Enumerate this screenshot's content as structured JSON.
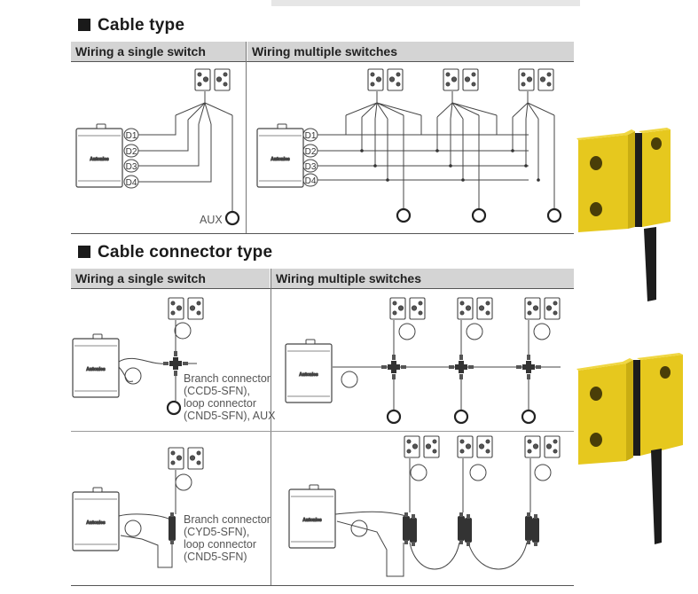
{
  "sections": {
    "cable_type": {
      "title": "Cable type",
      "headers": {
        "single": "Wiring a single switch",
        "multiple": "Wiring multiple switches"
      },
      "terminals": [
        "D1",
        "D2",
        "D3",
        "D4"
      ],
      "aux_label": "AUX"
    },
    "connector_type": {
      "title": "Cable connector type",
      "headers": {
        "single": "Wiring a single switch",
        "multiple": "Wiring multiple switches"
      },
      "row1_label": [
        "Branch connector",
        "(CCD5-SFN),",
        "loop connector",
        "(CND5-SFN), AUX"
      ],
      "row2_label": [
        "Branch connector",
        "(CYD5-SFN),",
        "loop connector",
        "(CND5-SFN)"
      ]
    }
  },
  "colors": {
    "header_bg": "#d4d4d4",
    "sensor_yellow": "#e6c81e",
    "sensor_black": "#1c1c1c"
  }
}
